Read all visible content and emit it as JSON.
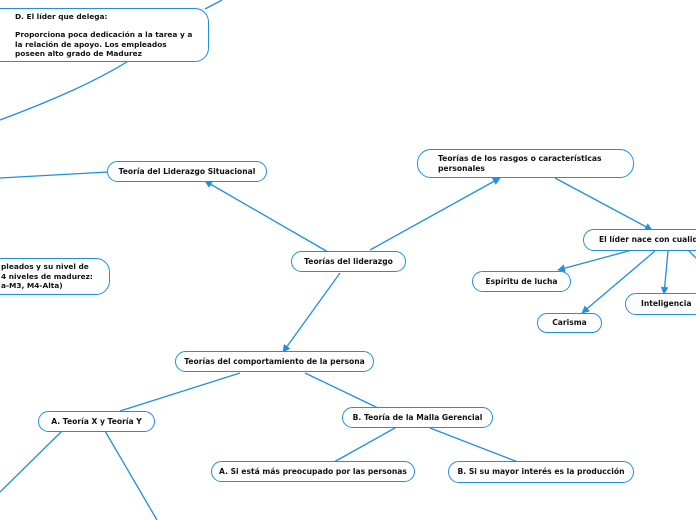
{
  "colors": {
    "line": "#1f8fe0",
    "node_border": "#1f8fe0",
    "text": "#111111",
    "background": "#ffffff"
  },
  "nodes": {
    "root": "Teorías del liderazgo",
    "situacional": "Teoría del Liderazgo Situacional",
    "delega": "D. El líder que delega:\n\nProporciona poca dedicación a la tarea y a la relación de apoyo. Los empleados poseen alto grado de Madurez",
    "empleados": "pleados y su nivel de\n 4 niveles de madurez:\na-M3, M4-Alta)",
    "rasgos": "Teorías de los rasgos o características\npersonales",
    "nace": "El líder nace con cualidades",
    "espiritu": "Espíritu de lucha",
    "carisma": "Carisma",
    "inteligencia": "Inteligencia",
    "comportamiento": "Teorías del comportamiento de la persona",
    "xy": "A. Teoría X y Teoría Y",
    "malla": "B. Teoría de la Malla Gerencial",
    "personas": "A. Si está más preocupado por las personas",
    "produccion": "B. Si su mayor interés es la producción"
  }
}
